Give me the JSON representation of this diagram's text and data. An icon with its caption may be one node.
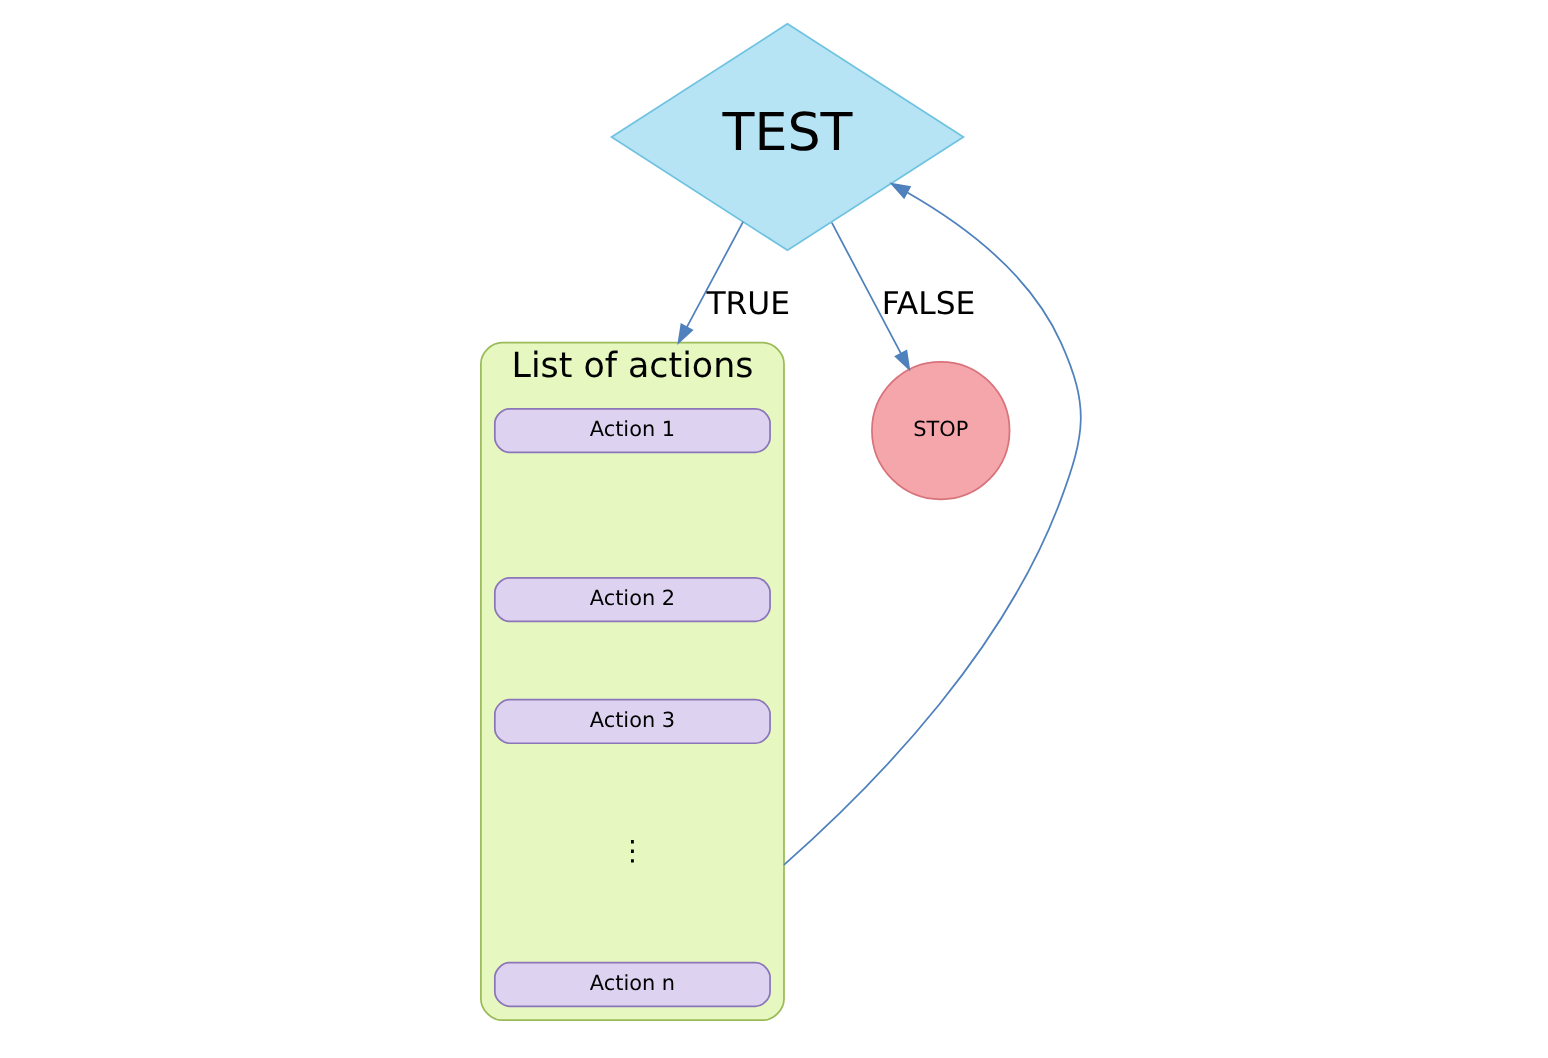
{
  "diagram": {
    "nodes": [
      {
        "text": [
          "TEST"
        ]
      },
      {
        "text": [
          "List of actions"
        ]
      },
      {
        "text": [
          "Action 1"
        ],
        "in": 1
      },
      {
        "text": [
          "Action 2"
        ],
        "in": 1
      },
      {
        "text": [
          "Action 3"
        ],
        "in": 1
      },
      {
        "text": [
          "Action n"
        ],
        "in": 1
      },
      {
        "text": [
          "STOP"
        ]
      }
    ],
    "edges": [
      {
        "from": 0,
        "to": 1,
        "arrow": "to",
        "label": "TRUE"
      },
      {
        "from": 1,
        "to": 0,
        "arrow": "to"
      },
      {
        "from": 0,
        "to": 6,
        "arrow": "to",
        "label": "FALSE"
      }
    ],
    "labels": [
      "⋮"
    ]
  }
}
